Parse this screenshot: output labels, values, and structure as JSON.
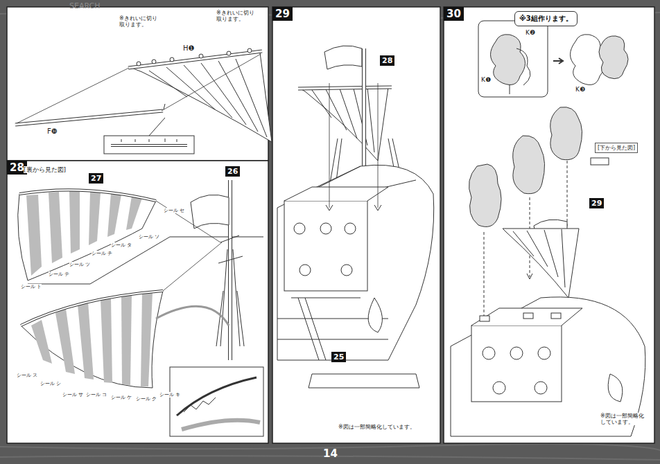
{
  "diagram": {
    "nodes": [
      {
        "text": [
          "28"
        ]
      },
      {
        "text": [
          "29"
        ]
      },
      {
        "text": [
          "30"
        ]
      },
      {
        "text": [
          "27"
        ]
      },
      {
        "text": [
          "26"
        ]
      },
      {
        "text": [
          "28"
        ]
      },
      {
        "text": [
          "25"
        ]
      },
      {
        "text": [
          "29"
        ]
      },
      {
        "text": [
          "※3組作ります。"
        ]
      },
      {
        "text": [
          "[下から見た図]"
        ]
      }
    ],
    "labels": [
      "SEARCH",
      "※きれいに切り取ります。",
      "※きれいに切り取ります。",
      "H❶",
      "F❿",
      "[裏から見た図]",
      "シール ト",
      "シール テ",
      "シール ツ",
      "シール チ",
      "シール タ",
      "シール ソ",
      "シール セ",
      "シール ス",
      "シール シ",
      "シール サ",
      "シール コ",
      "シール ケ",
      "シール ク",
      "シール キ",
      "※図は一部簡略化しています。",
      "K❶",
      "K❷",
      "K❸",
      "※図は一部簡略化しています。",
      "14"
    ]
  }
}
